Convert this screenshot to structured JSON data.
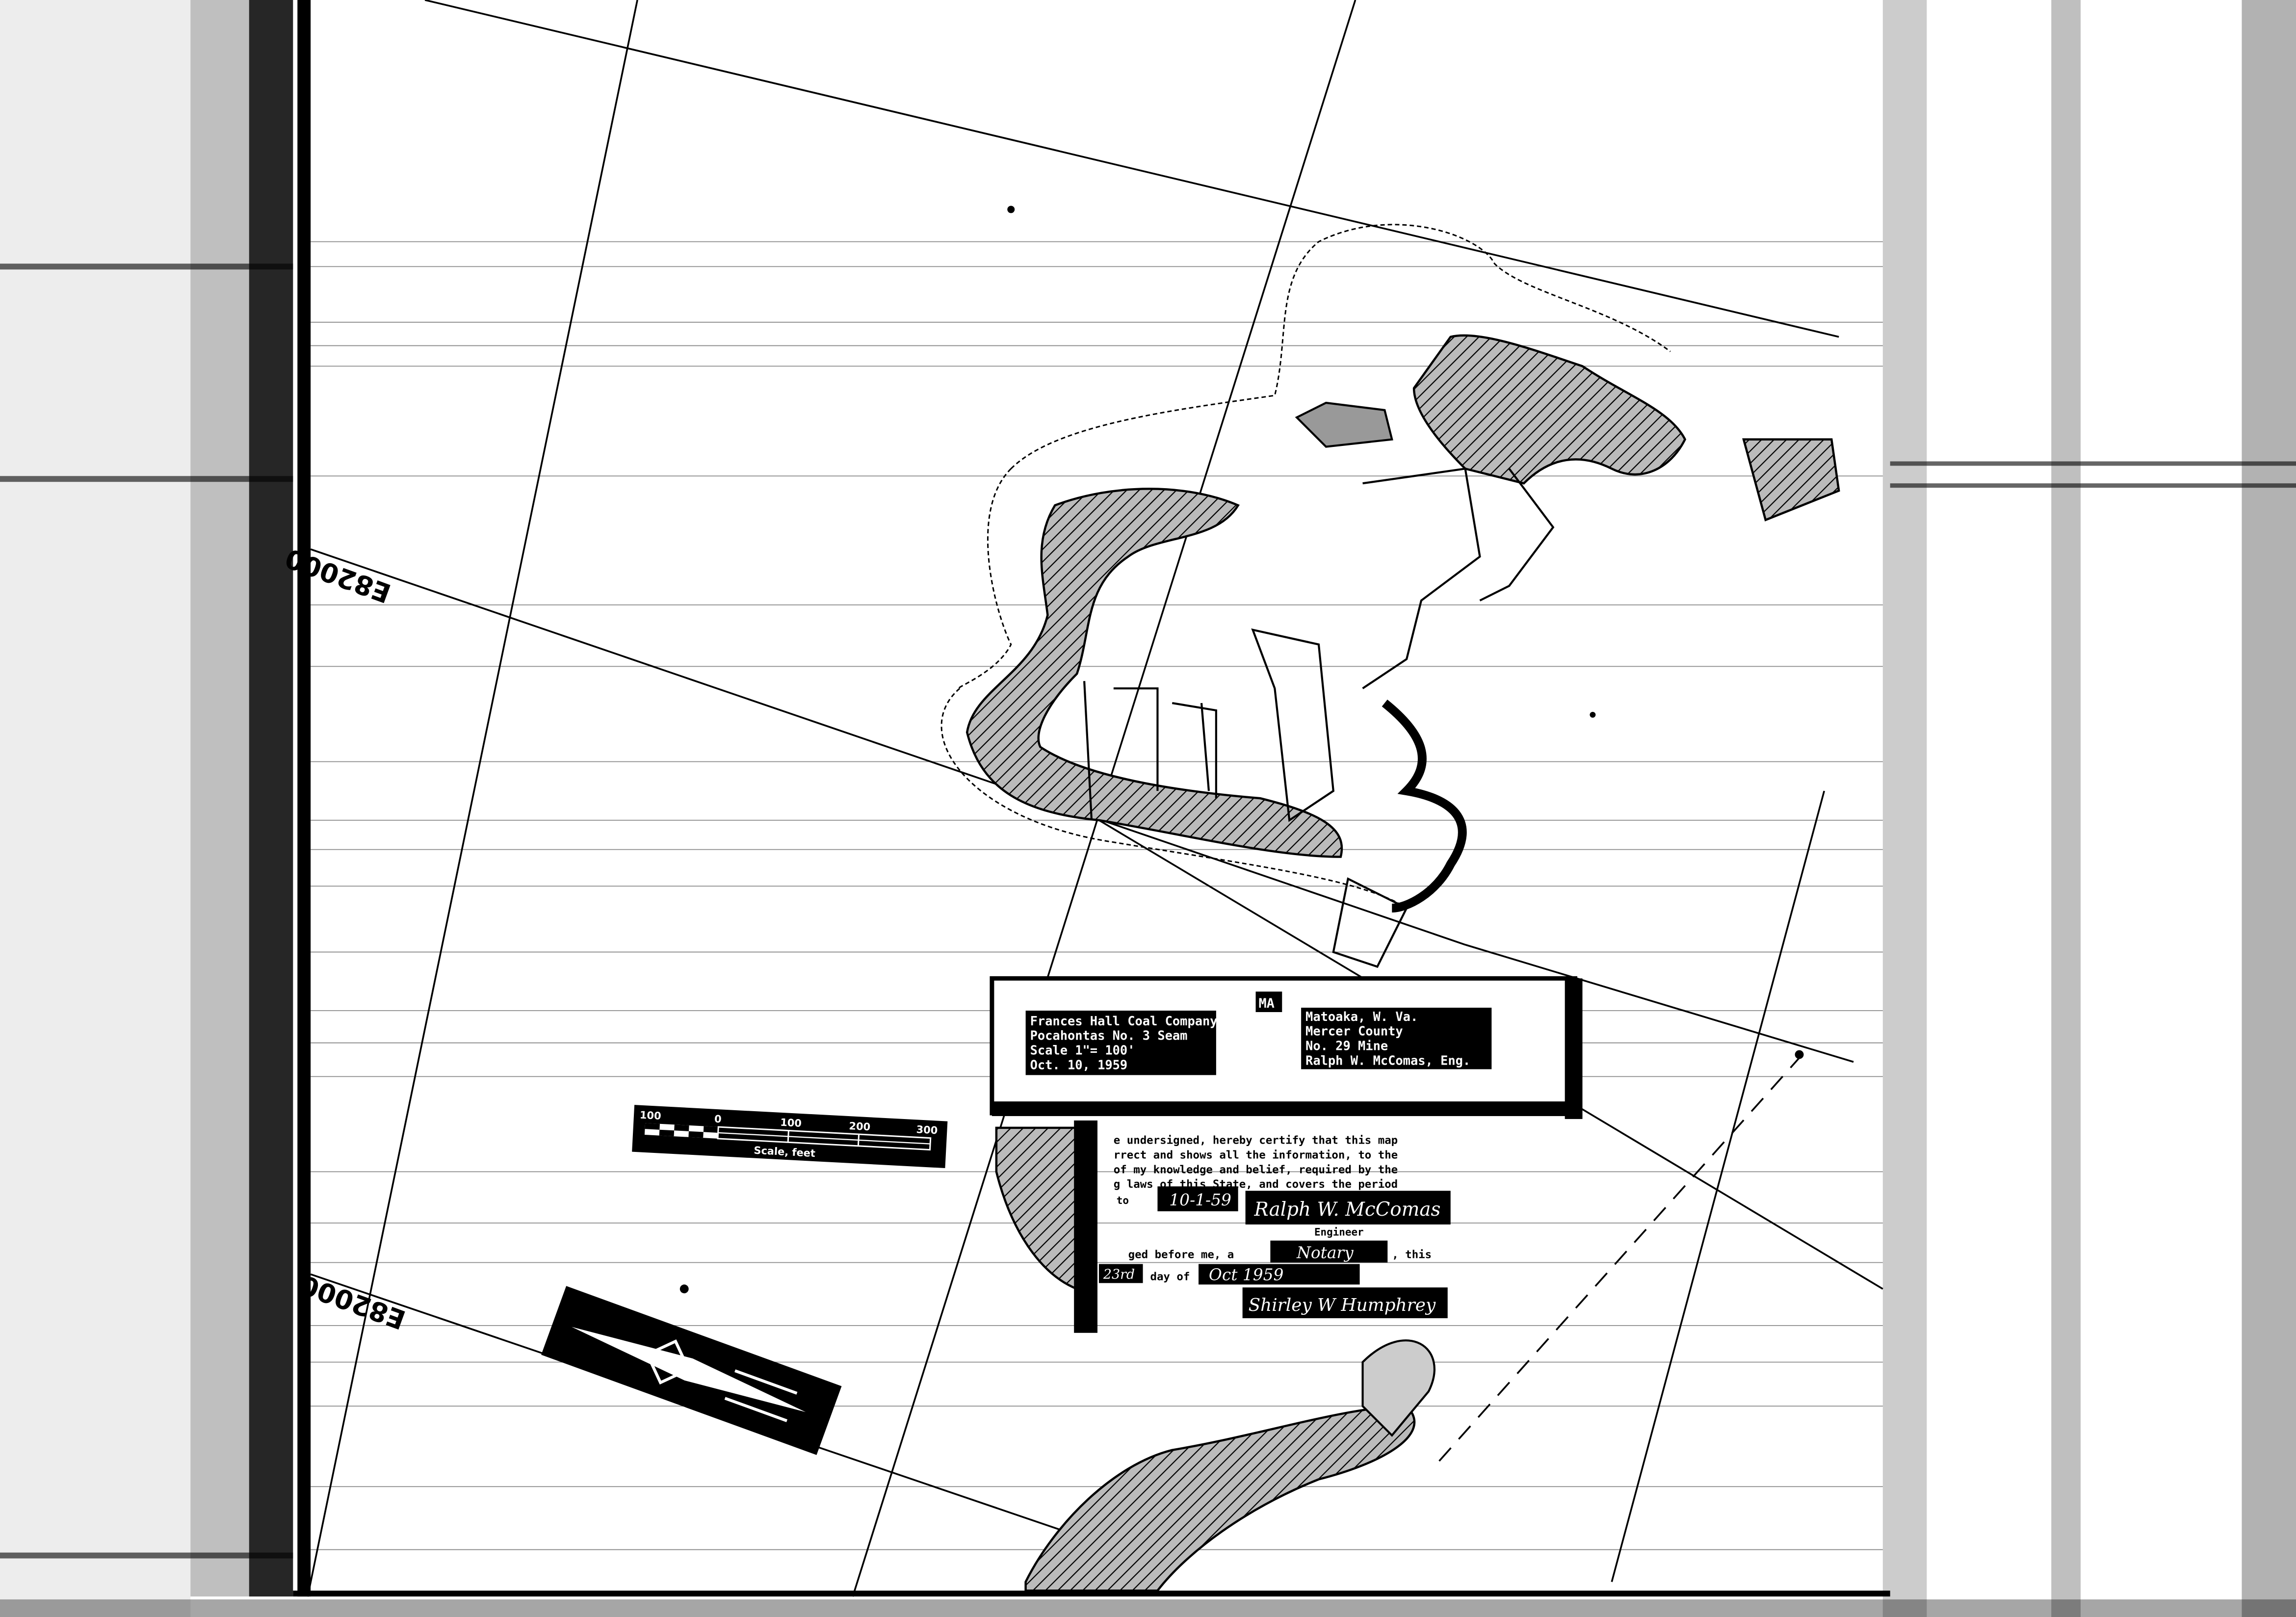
{
  "map": {
    "colors": {
      "ink": "#000000",
      "paper": "#ffffff",
      "hatch": "#555555"
    },
    "grid_labels": [
      "E82000",
      "E82000"
    ]
  },
  "title_block": {
    "top_tag": "MA",
    "left_lines": [
      "Frances Hall Coal Company",
      "Pocahontas No. 3 Seam",
      "Scale 1\"= 100'",
      "Oct. 10, 1959"
    ],
    "right_lines": [
      "Matoaka, W. Va.",
      "Mercer County",
      "No. 29 Mine",
      "Ralph W. McComas, Eng."
    ]
  },
  "certificate": {
    "lines": [
      "e undersigned, hereby certify that this map",
      "rrect and shows all the information, to the",
      "of my knowledge and belief, required by the",
      "g laws of this State, and covers the period"
    ],
    "to_label": "to",
    "period_date": "10-1-59",
    "engineer_signature": "Ralph W. McComas",
    "engineer_label": "Engineer",
    "ack_prefix": "ged before me, a",
    "notary_title": "Notary",
    "ack_suffix": ", this",
    "day": "23rd",
    "day_of_label": "day of",
    "month_year": "Oct 1959",
    "notary_signature": "Shirley W Humphrey"
  },
  "scale_bar": {
    "ticks": [
      "100",
      "0",
      "100",
      "200",
      "300"
    ],
    "label": "Scale, feet"
  },
  "north_arrow": {
    "icon": "north-arrow-icon"
  }
}
